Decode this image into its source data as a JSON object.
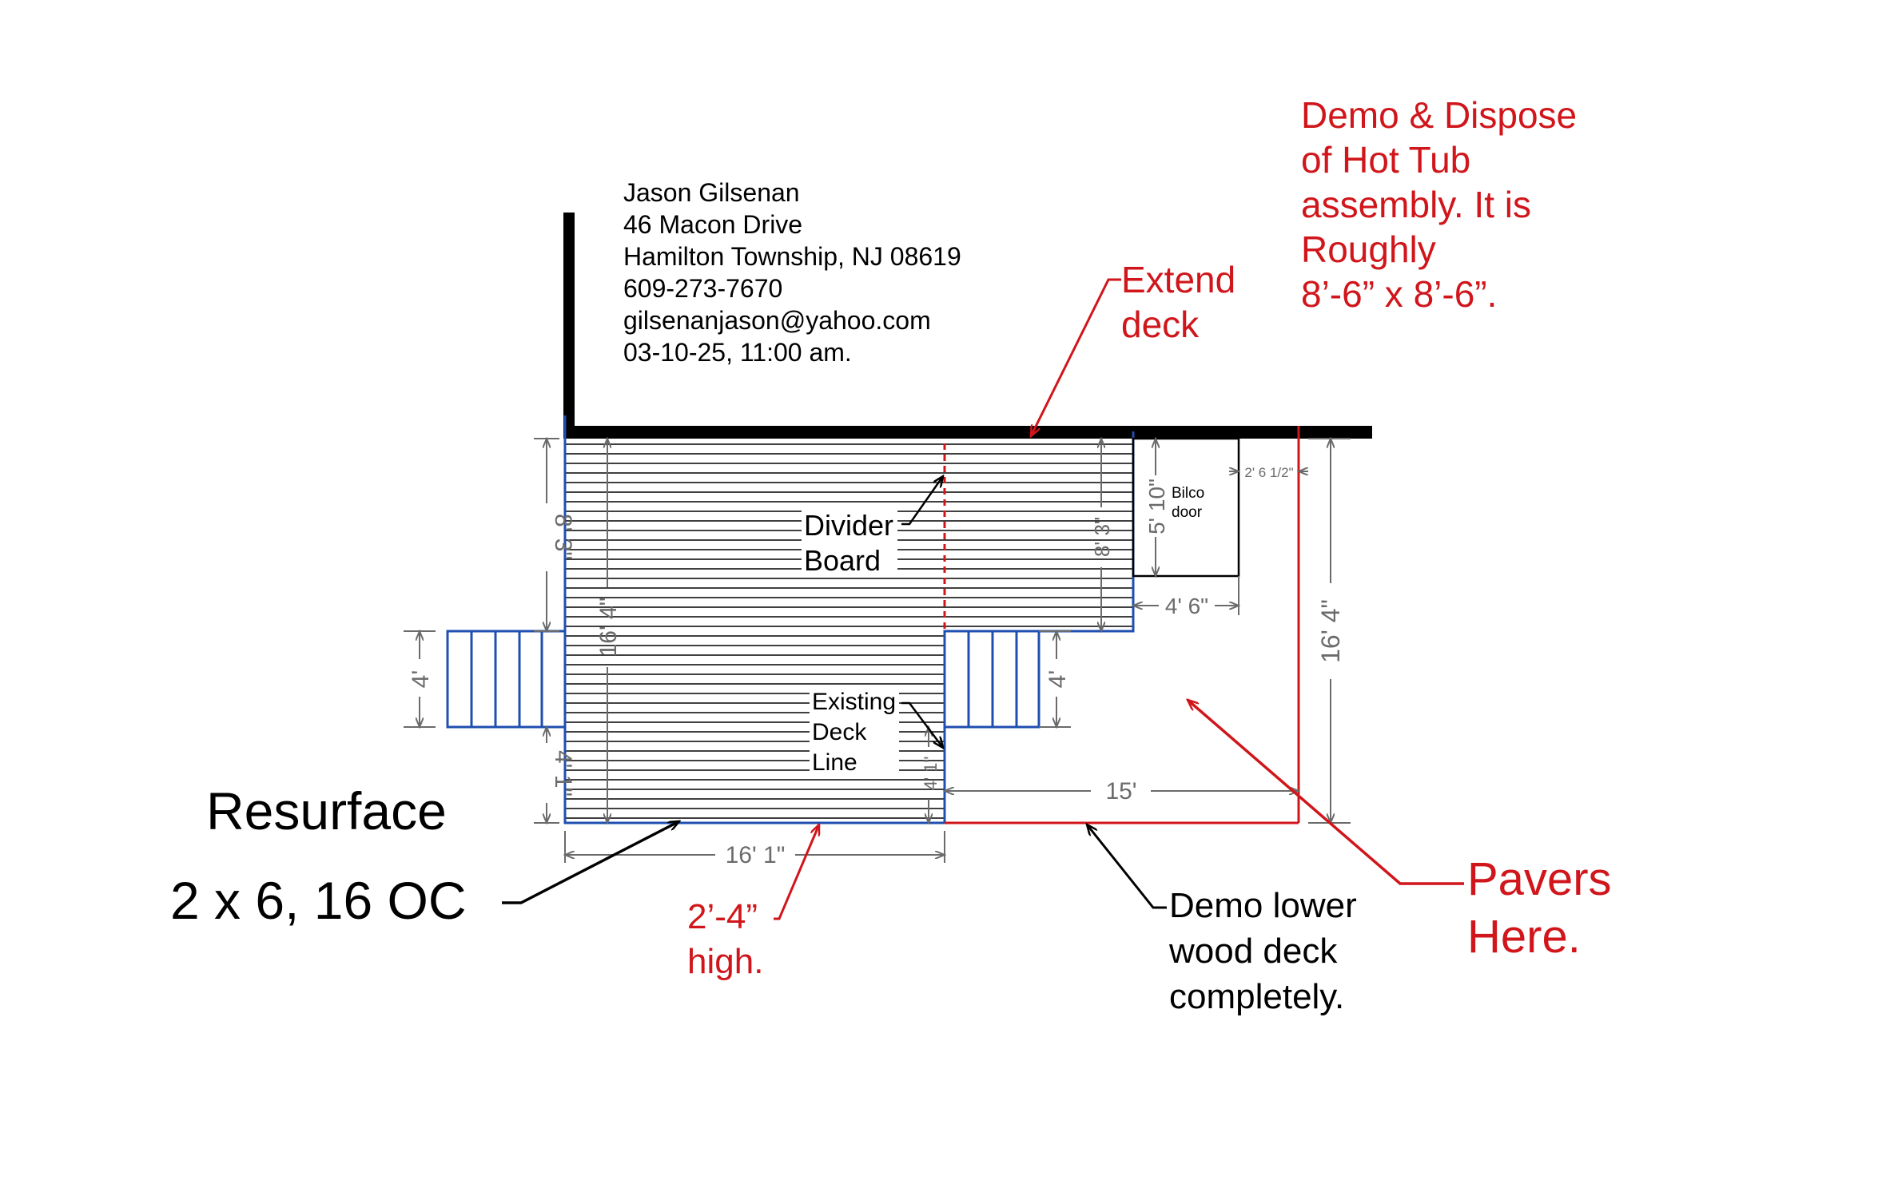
{
  "contact": {
    "lines": [
      "Jason Gilsenan",
      "46 Macon Drive",
      "Hamilton Township, NJ 08619",
      "609-273-7670",
      "gilsenanjason@yahoo.com",
      "03-10-25, 11:00 am."
    ]
  },
  "notes": {
    "hot_tub": [
      "Demo & Dispose",
      "of Hot Tub",
      "assembly. It is",
      "Roughly",
      "8’-6” x 8’-6”."
    ],
    "extend_deck": [
      "Extend",
      "deck"
    ],
    "resurface": [
      "Resurface",
      "2 x 6, 16 OC"
    ],
    "height": [
      "2’-4”",
      "high."
    ],
    "demo_lower": [
      "Demo lower",
      "wood deck",
      "completely."
    ],
    "pavers": [
      "Pavers",
      "Here."
    ],
    "divider_board": [
      "Divider",
      "Board"
    ],
    "existing_line": [
      "Existing",
      "Deck",
      "Line"
    ],
    "bilco_door": [
      "Bilco",
      "door"
    ]
  },
  "dimensions": {
    "d_8_3_left": "8' 3\"",
    "d_16_4_inner": "16' 4\"",
    "d_4_left_stair": "4'",
    "d_4_1_left": "4' 1\"",
    "d_16_1_bottom": "16' 1\"",
    "d_8_3_right": "8' 3\"",
    "d_5_10": "5' 10\"",
    "d_2_6_half": "2' 6 1/2\"",
    "d_4_6": "4' 6\"",
    "d_4_right_stair": "4'",
    "d_4_1_right": "4' 1\"",
    "d_15": "15'",
    "d_16_4_right": "16' 4\""
  },
  "colors": {
    "house_wall": "#000000",
    "deck_outline": "#1f4fb0",
    "annotation_red": "#d0161b",
    "dimension_gray": "#6b6b6b",
    "text": "#000000"
  }
}
